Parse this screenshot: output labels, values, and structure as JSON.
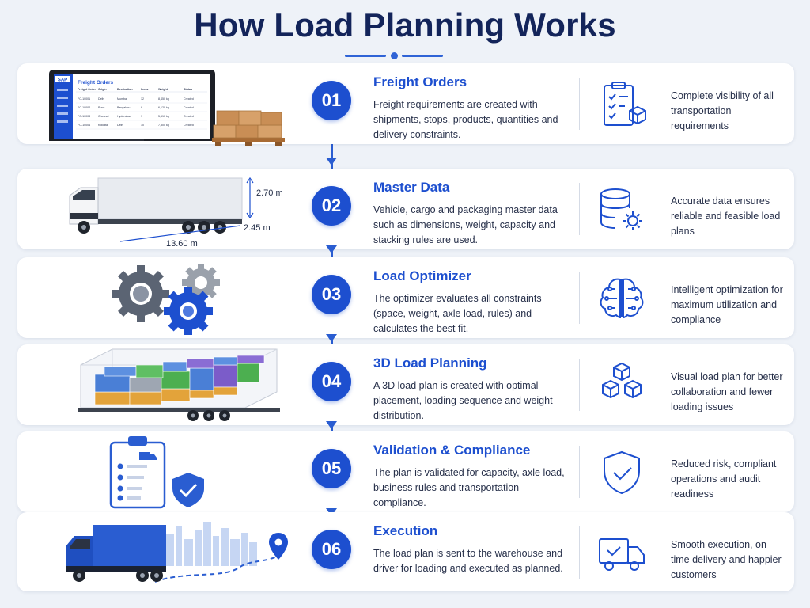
{
  "title": "How Load Planning Works",
  "steps": [
    {
      "number": "01",
      "title": "Freight Orders",
      "description": "Freight requirements are created with shipments, stops, products, quantities and delivery constraints.",
      "benefit": "Complete visibility of all transportation requirements",
      "icon": "clipboard-checklist-icon",
      "illustration": "monitor-with-pallet",
      "screen": {
        "logo": "SAP",
        "heading": "Freight Orders",
        "columns": [
          "Freight Order",
          "Origin",
          "Destination",
          "Items",
          "Weight",
          "Status"
        ],
        "rows": [
          [
            "FO-10001",
            "Delhi",
            "Mumbai",
            "12",
            "8,450 kg",
            "Created"
          ],
          [
            "FO-10002",
            "Pune",
            "Bengaluru",
            "8",
            "6,120 kg",
            "Created"
          ],
          [
            "FO-10003",
            "Chennai",
            "Hyderabad",
            "9",
            "5,510 kg",
            "Created"
          ],
          [
            "FO-10004",
            "Kolkata",
            "Delhi",
            "10",
            "7,800 kg",
            "Created"
          ]
        ]
      }
    },
    {
      "number": "02",
      "title": "Master Data",
      "description": "Vehicle, cargo and packaging master data such as dimensions, weight, capacity and stacking rules are used.",
      "benefit": "Accurate data ensures reliable and feasible load plans",
      "icon": "database-gear-icon",
      "illustration": "truck-with-dimensions",
      "dimensions": {
        "height": "2.70 m",
        "width": "2.45 m",
        "length": "13.60 m"
      }
    },
    {
      "number": "03",
      "title": "Load Optimizer",
      "description": "The optimizer evaluates all constraints (space, weight, axle load, rules) and calculates the best fit.",
      "benefit": "Intelligent optimization for maximum utilization and compliance",
      "icon": "brain-circuit-icon",
      "illustration": "gears"
    },
    {
      "number": "04",
      "title": "3D Load Planning",
      "description": "A 3D load plan is created with optimal placement, loading sequence and weight distribution.",
      "benefit": "Visual load plan for better collaboration and fewer loading issues",
      "icon": "stacked-boxes-icon",
      "illustration": "trailer-3d-load"
    },
    {
      "number": "05",
      "title": "Validation & Compliance",
      "description": "The plan is validated for capacity, axle load, business rules and transportation compliance.",
      "benefit": "Reduced risk, compliant operations and audit readiness",
      "icon": "shield-check-icon",
      "illustration": "clipboard-shield"
    },
    {
      "number": "06",
      "title": "Execution",
      "description": "The load plan is sent to the warehouse and driver for loading and executed as planned.",
      "benefit": "Smooth execution, on-time delivery and happier customers",
      "icon": "delivery-truck-check-icon",
      "illustration": "truck-route-city"
    }
  ],
  "colors": {
    "primary": "#1d4fcf",
    "title": "#13245a",
    "background": "#eef2f8",
    "card": "#ffffff",
    "pallet": "#c98a4e",
    "green": "#4caf50",
    "purple": "#7b5cc9"
  }
}
